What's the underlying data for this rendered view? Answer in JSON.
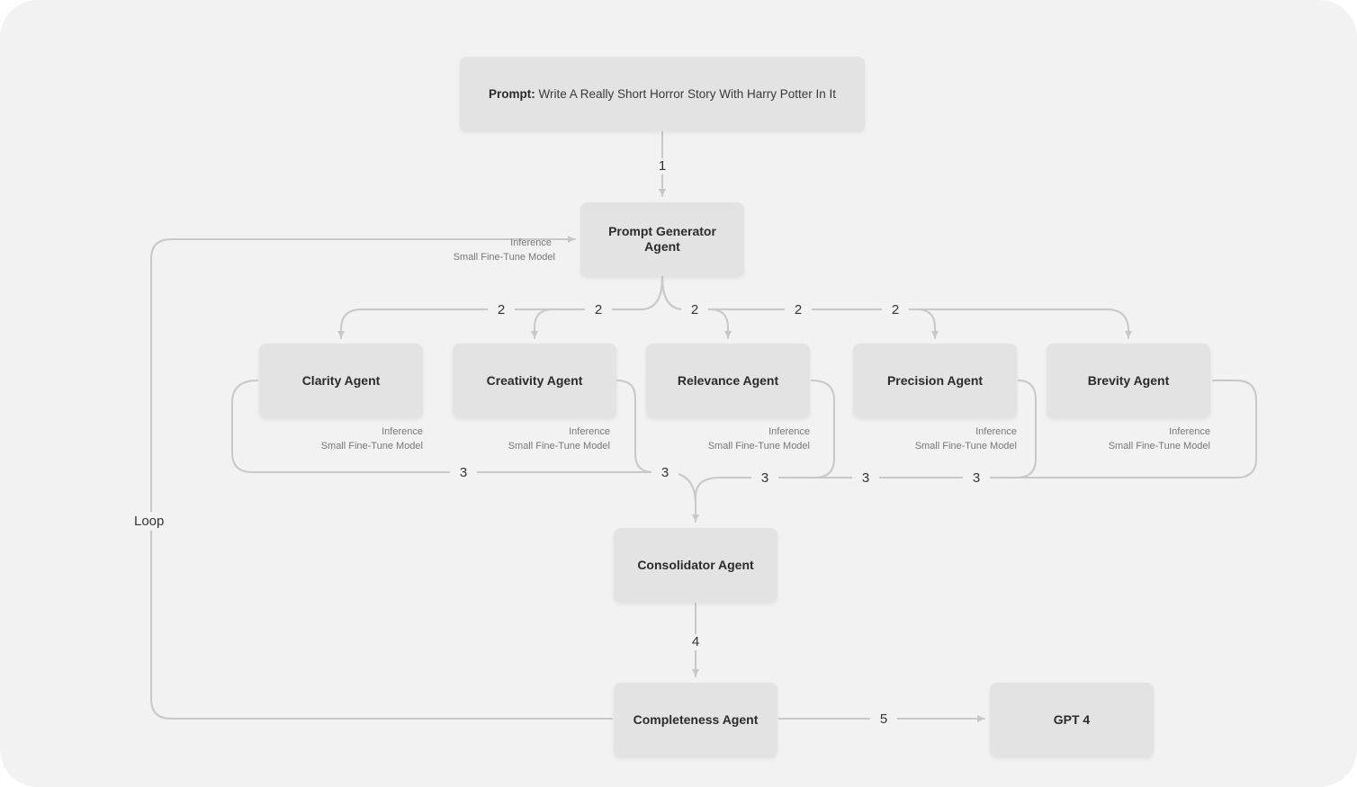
{
  "prompt": {
    "label": "Prompt:",
    "text": "Write A Really Short Horror Story With Harry Potter In It"
  },
  "nodes": {
    "prompt_generator": {
      "line1": "Prompt Generator",
      "line2": "Agent"
    },
    "clarity": "Clarity Agent",
    "creativity": "Creativity Agent",
    "relevance": "Relevance Agent",
    "precision": "Precision Agent",
    "brevity": "Brevity Agent",
    "consolidator": "Consolidator Agent",
    "completeness": "Completeness Agent",
    "gpt4": "GPT 4"
  },
  "meta": {
    "inference": "Inference",
    "model": "Small Fine-Tune Model"
  },
  "edges": {
    "step1": "1",
    "step2": "2",
    "step3": "3",
    "step4": "4",
    "step5": "5",
    "loop": "Loop"
  },
  "colors": {
    "background": "#f2f2f2",
    "node": "#e3e3e3",
    "wire": "#c8c8c8"
  }
}
